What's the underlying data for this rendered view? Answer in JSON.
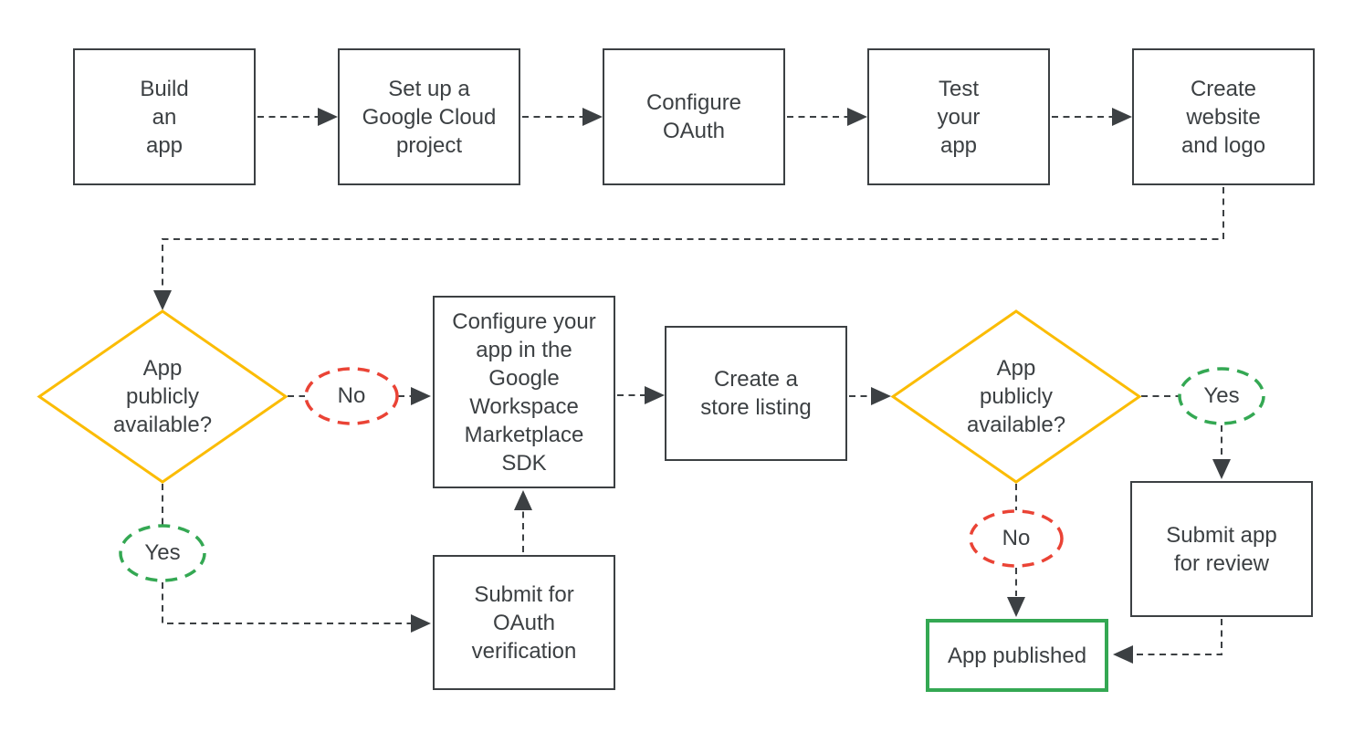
{
  "colors": {
    "line_and_text": "#3c4043",
    "decision_border": "#fbbc04",
    "no_badge_border": "#ea4335",
    "yes_badge_border": "#34a853",
    "published_border": "#34a853"
  },
  "nodes": {
    "build_app": {
      "label": "Build\nan\napp"
    },
    "setup_gcp": {
      "label": "Set up a\nGoogle Cloud\nproject"
    },
    "configure_oauth": {
      "label": "Configure\nOAuth"
    },
    "test_app": {
      "label": "Test\nyour\napp"
    },
    "create_website": {
      "label": "Create\nwebsite\nand logo"
    },
    "decision_public_1": {
      "label": "App\npublicly\navailable?"
    },
    "configure_sdk": {
      "label": "Configure your\napp in the\nGoogle\nWorkspace\nMarketplace\nSDK"
    },
    "store_listing": {
      "label": "Create a\nstore listing"
    },
    "decision_public_2": {
      "label": "App\npublicly\navailable?"
    },
    "submit_oauth": {
      "label": "Submit for\nOAuth\nverification"
    },
    "submit_review": {
      "label": "Submit app\nfor review"
    },
    "app_published": {
      "label": "App published"
    }
  },
  "edge_labels": {
    "no_1": "No",
    "yes_1": "Yes",
    "yes_2": "Yes",
    "no_2": "No"
  }
}
